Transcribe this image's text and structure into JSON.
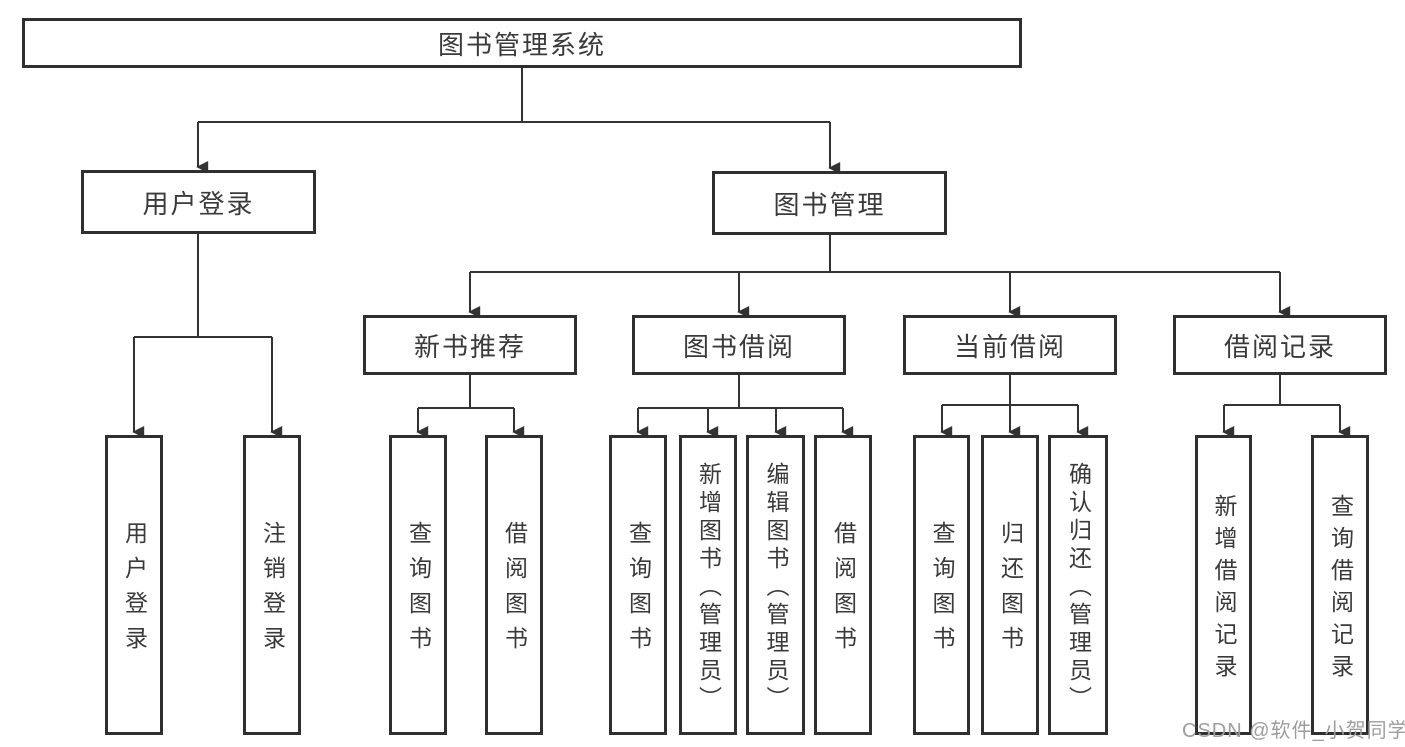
{
  "tree": {
    "root": "图书管理系统",
    "branches": [
      {
        "label": "用户登录",
        "children": [
          "用户登录",
          "注销登录"
        ]
      },
      {
        "label": "图书管理",
        "groups": [
          {
            "label": "新书推荐",
            "children": [
              "查询图书",
              "借阅图书"
            ]
          },
          {
            "label": "图书借阅",
            "children": [
              "查询图书",
              "新增图书（管理员）",
              "编辑图书（管理员）",
              "借阅图书"
            ]
          },
          {
            "label": "当前借阅",
            "children": [
              "查询图书",
              "归还图书",
              "确认归还（管理员）"
            ]
          },
          {
            "label": "借阅记录",
            "children": [
              "新增借阅记录",
              "查询借阅记录"
            ]
          }
        ]
      }
    ]
  },
  "watermark": "CSDN @软件_小贺同学",
  "colors": {
    "line": "#333333",
    "box_border": "#2f2f2f",
    "text": "#3a3a3a",
    "watermark": "#9e9e9e",
    "background": "#ffffff"
  }
}
